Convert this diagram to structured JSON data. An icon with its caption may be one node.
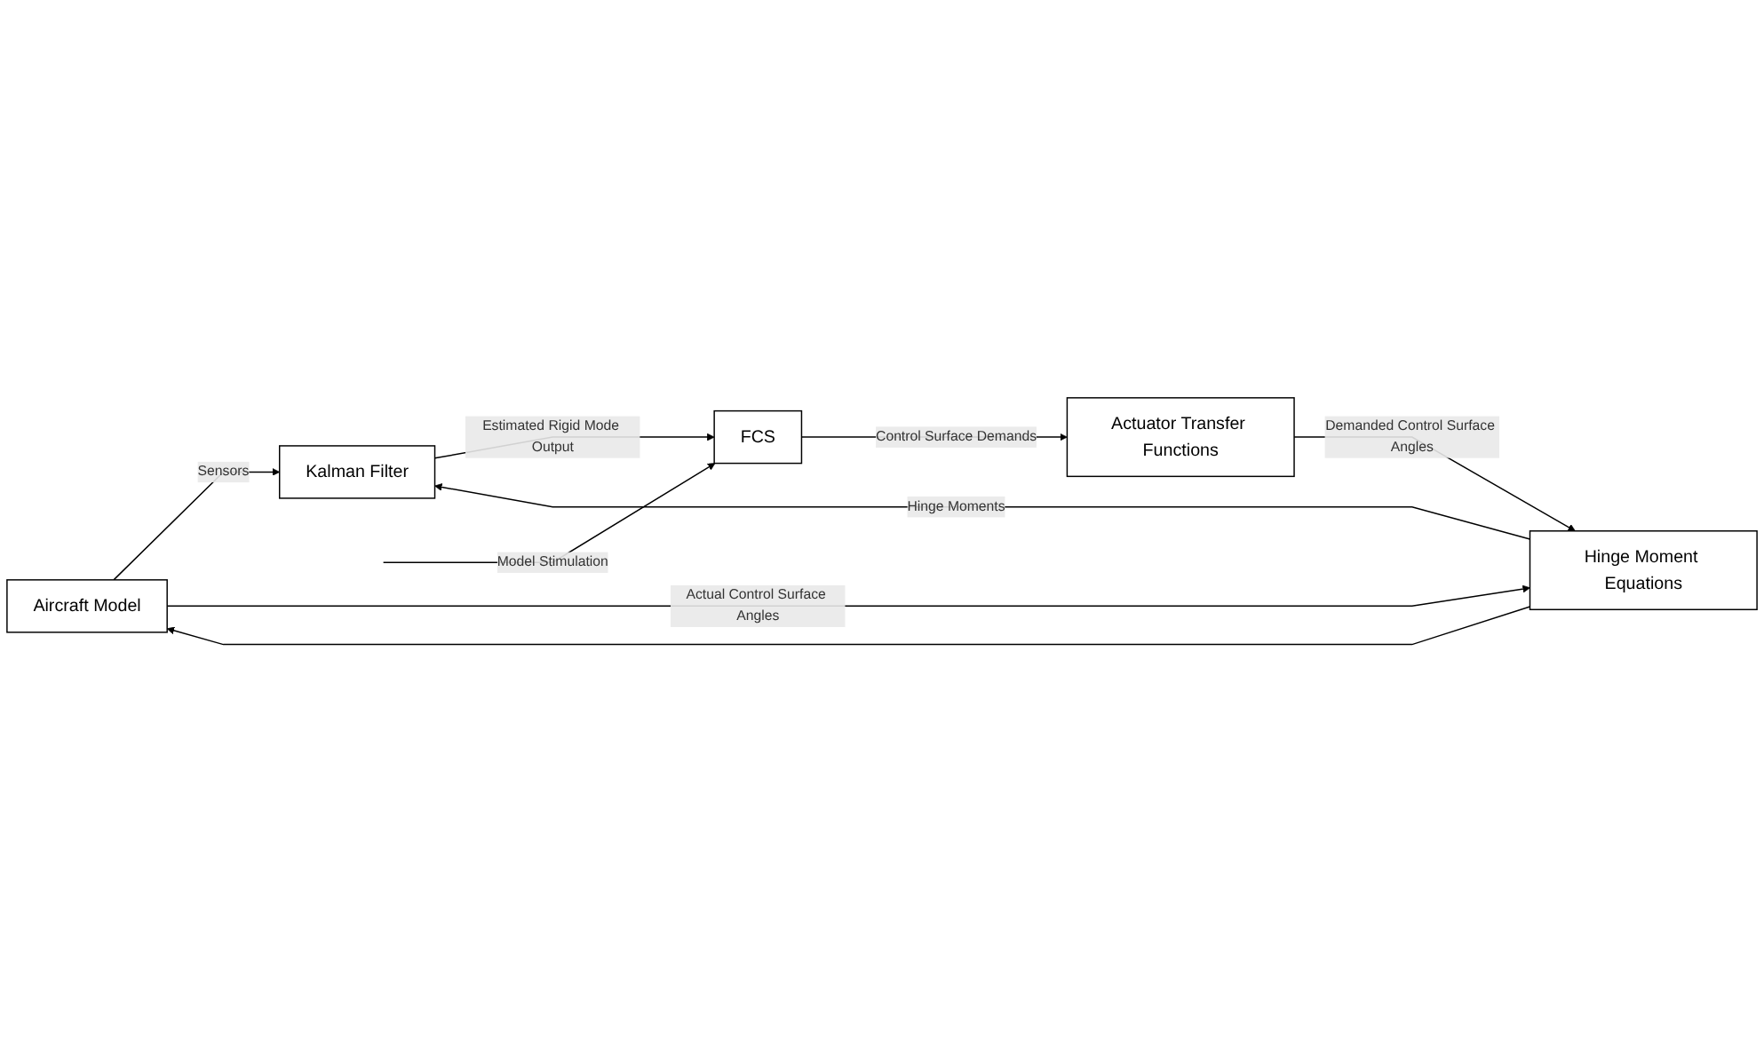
{
  "diagram": {
    "nodes": [
      {
        "text": [
          "Aircraft Model"
        ]
      },
      {
        "text": [
          "Kalman Filter"
        ]
      },
      {
        "text": [
          "FCS"
        ]
      },
      {
        "text": [
          "Hinge Moment Equations"
        ]
      },
      {
        "text": [
          "Actuator Transfer Functions"
        ]
      }
    ],
    "edges": [
      {
        "from": 0,
        "to": 1,
        "arrow": "to",
        "label": "Sensors"
      },
      {
        "from": 3,
        "to": 1,
        "arrow": "to",
        "label": "Hinge Moments"
      },
      {
        "from": 3,
        "to": 0,
        "arrow": "to"
      },
      {
        "from": 1,
        "to": 2,
        "arrow": "to",
        "label": "Estimated Rigid Mode Output"
      },
      {
        "from": null,
        "to": 2,
        "arrow": "to",
        "label": "Model Stimulation"
      },
      {
        "from": 2,
        "to": 4,
        "arrow": "to",
        "label": "Control Surface Demands"
      },
      {
        "from": 4,
        "to": 3,
        "arrow": "to",
        "label": "Demanded Control Surface Angles"
      },
      {
        "from": 0,
        "to": 3,
        "arrow": "to",
        "label": "Actual Control Surface Angles"
      }
    ]
  }
}
